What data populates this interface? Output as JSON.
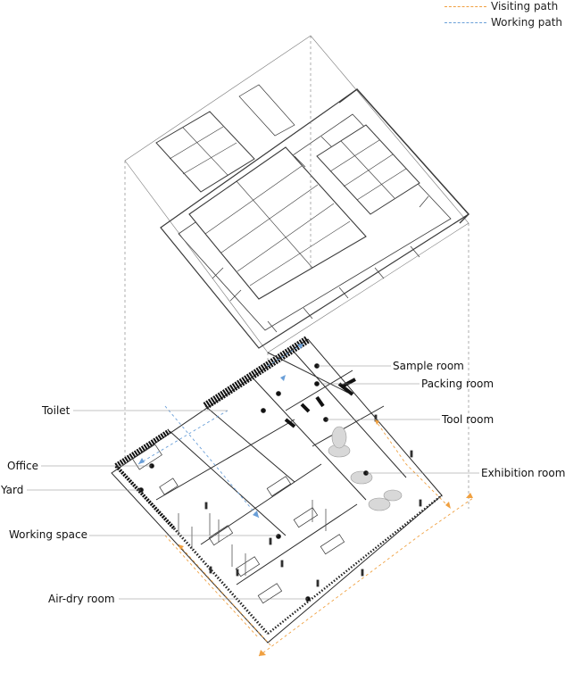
{
  "legend": [
    {
      "label": "Visiting path",
      "color": "#f0a040"
    },
    {
      "label": "Working path",
      "color": "#6a9fd8"
    }
  ],
  "labels": {
    "sample_room": "Sample room",
    "packing_room": "Packing room",
    "toilet": "Toilet",
    "tool_room": "Tool room",
    "office": "Office",
    "exhibition_room": "Exhibition room",
    "yard": "Yard",
    "working_space": "Working space",
    "air_dry_room": "Air-dry room"
  },
  "colors": {
    "line": "#2a2a2a",
    "light_line": "#9a9a9a",
    "visiting_path": "#f0a040",
    "working_path": "#6a9fd8"
  }
}
